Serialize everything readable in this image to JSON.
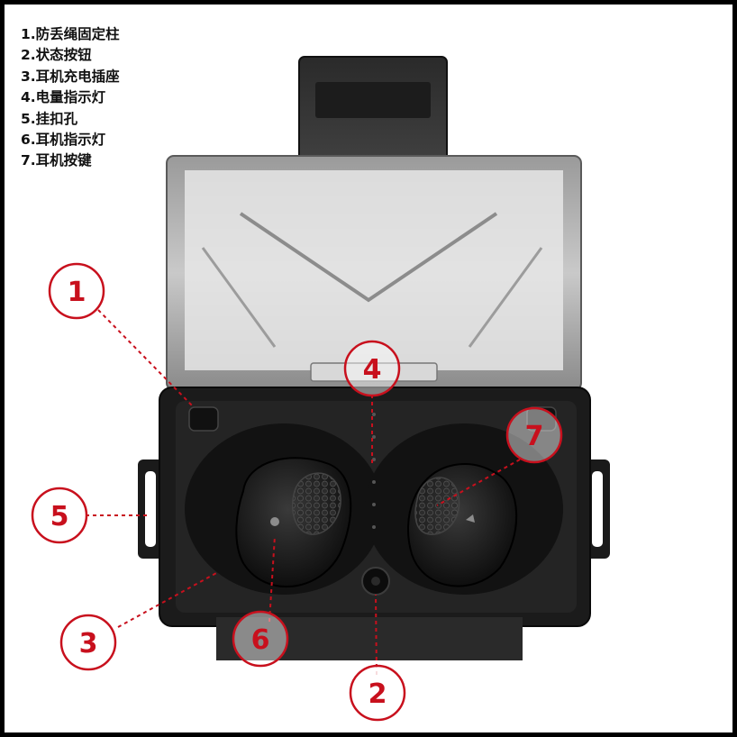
{
  "legend": {
    "items": [
      "1.防丢绳固定柱",
      "2.状态按钮",
      "3.耳机充电插座",
      "4.电量指示灯",
      "5.挂扣孔",
      "6.耳机指示灯",
      "7.耳机按键"
    ]
  },
  "callouts": [
    "1",
    "2",
    "3",
    "4",
    "5",
    "6",
    "7"
  ],
  "colors": {
    "callout_red": "#c8101d",
    "case_black": "#1b1b1b",
    "lid_smoke": "#8e8e8e"
  }
}
